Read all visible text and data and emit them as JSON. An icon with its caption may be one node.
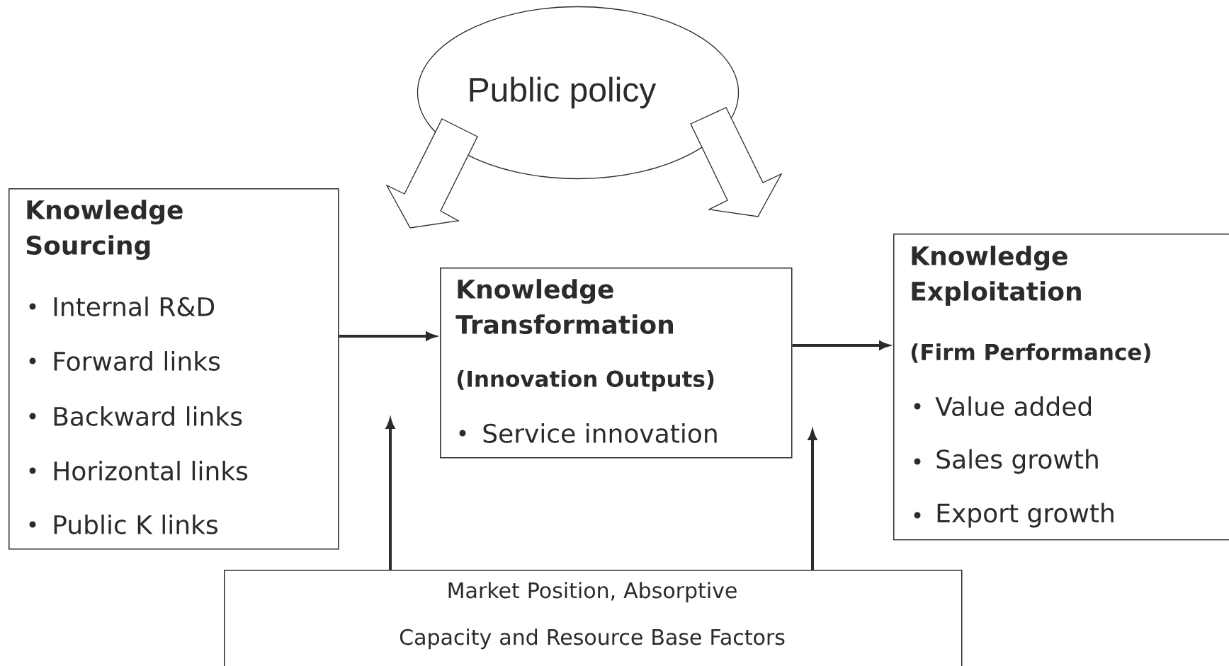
{
  "diagram": {
    "nodes": [
      {
        "text": [
          "Public policy"
        ]
      },
      {
        "text": [
          "Knowledge Sourcing",
          "Internal R&D",
          "Forward links",
          "Backward links",
          "Horizontal links",
          "Public K links"
        ]
      },
      {
        "text": [
          "Knowledge Transformation",
          "(Innovation Outputs)",
          "Service innovation"
        ]
      },
      {
        "text": [
          "Knowledge Exploitation",
          "(Firm Performance)",
          "Value added",
          "Sales growth",
          "Export growth"
        ]
      },
      {
        "text": [
          "Market Position, Absorptive Capacity and Resource Base Factors"
        ]
      }
    ],
    "edges": [
      {
        "from": 1,
        "to": 2,
        "arrow": "to"
      },
      {
        "from": 2,
        "to": 3,
        "arrow": "to"
      },
      {
        "from": 4,
        "to": null,
        "arrow": "to"
      },
      {
        "from": 4,
        "to": null,
        "arrow": "to"
      },
      {
        "from": 0,
        "to": null,
        "arrow": "to"
      },
      {
        "from": 0,
        "to": null,
        "arrow": "to"
      }
    ]
  }
}
